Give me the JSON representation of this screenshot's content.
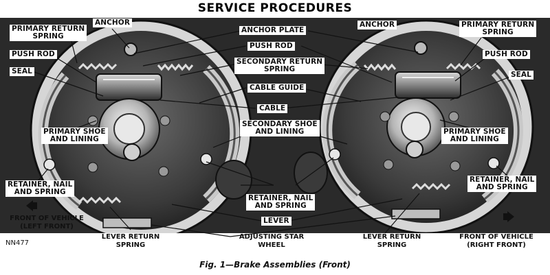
{
  "header": {
    "title": "SERVICE PROCEDURES"
  },
  "caption": "Fig. 1—Brake Assemblies (Front)",
  "figure_code": "NN477",
  "labels": {
    "anchor_left": "ANCHOR",
    "anchor_right": "ANCHOR",
    "anchor_plate": "ANCHOR PLATE",
    "push_rod_center": "PUSH ROD",
    "secondary_return_spring": "SECONDARY RETURN\nSPRING",
    "cable_guide": "CABLE GUIDE",
    "cable": "CABLE",
    "secondary_shoe_and_lining": "SECONDARY SHOE\nAND LINING",
    "primary_return_spring_left": "PRIMARY RETURN\nSPRING",
    "primary_return_spring_right": "PRIMARY RETURN\nSPRING",
    "push_rod_left": "PUSH ROD",
    "push_rod_right": "PUSH ROD",
    "seal_left": "SEAL",
    "seal_right": "SEAL",
    "primary_shoe_left": "PRIMARY SHOE\nAND LINING",
    "primary_shoe_right": "PRIMARY SHOE\nAND LINING",
    "retainer_left": "RETAINER, NAIL\nAND SPRING",
    "retainer_center": "RETAINER, NAIL\nAND SPRING",
    "retainer_right": "RETAINER, NAIL\nAND SPRING",
    "lever": "LEVER",
    "lever_return_spring_left": "LEVER RETURN\nSPRING",
    "lever_return_spring_right": "LEVER RETURN\nSPRING",
    "adjusting_star_wheel": "ADJUSTING STAR\nWHEEL",
    "front_left": "FRONT OF VEHICLE\n(LEFT FRONT)",
    "front_right": "FRONT OF VEHICLE\n(RIGHT FRONT)"
  }
}
